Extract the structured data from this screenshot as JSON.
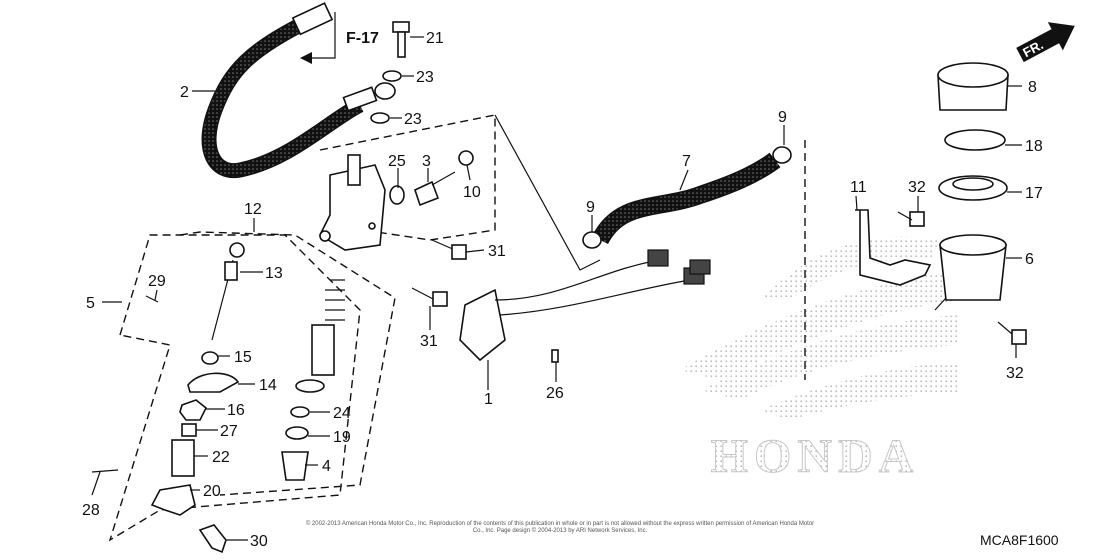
{
  "diagram": {
    "ref_arrow_label": "F-17",
    "front_arrow_label": "FR.",
    "watermark_text": "HONDA",
    "figure_code": "MCA8F1600",
    "copyright": "© 2002-2013 American Honda Motor Co., Inc. Reproduction of the contents of this publication in whole or in part is not allowed without the express written permission of American Honda Motor Co., Inc. Page design © 2004-2013 by ARI Network Services, Inc.",
    "callouts": {
      "c1": "1",
      "c2": "2",
      "c3": "3",
      "c4": "4",
      "c5": "5",
      "c6": "6",
      "c7": "7",
      "c8": "8",
      "c9a": "9",
      "c9b": "9",
      "c10": "10",
      "c11": "11",
      "c12": "12",
      "c13": "13",
      "c14": "14",
      "c15": "15",
      "c16": "16",
      "c17": "17",
      "c18": "18",
      "c19": "19",
      "c20": "20",
      "c21": "21",
      "c22": "22",
      "c23a": "23",
      "c23b": "23",
      "c24": "24",
      "c25": "25",
      "c26": "26",
      "c27": "27",
      "c28": "28",
      "c29": "29",
      "c30": "30",
      "c31a": "31",
      "c31b": "31",
      "c32a": "32",
      "c32b": "32"
    }
  }
}
